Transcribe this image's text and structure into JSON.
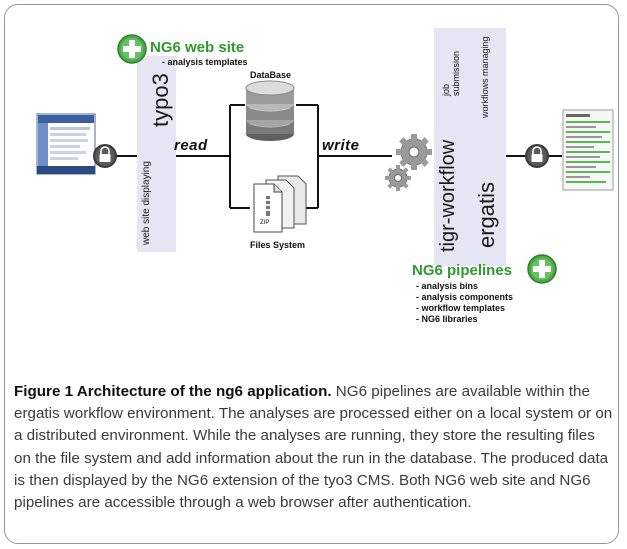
{
  "site": {
    "title": "NG6 web site",
    "items": [
      "- analysis templates"
    ],
    "vertical_label": "typo3",
    "vertical_small": "web site displaying",
    "icon": "green-plus-badge-icon"
  },
  "database": {
    "label": "DataBase",
    "icon": "database-cylinder-icon"
  },
  "files": {
    "label": "Files System",
    "icon": "stacked-documents-icon",
    "doc_text": "ZIP"
  },
  "flow": {
    "read": "read",
    "write": "write"
  },
  "workflow": {
    "tigr": "tigr-workflow",
    "tigr_small": [
      "job",
      "submission"
    ],
    "ergatis": "ergatis",
    "ergatis_small": "workflows managing"
  },
  "pipelines": {
    "title": "NG6 pipelines",
    "items": [
      "- analysis bins",
      "- analysis components",
      "- workflow templates",
      "- NG6 libraries"
    ],
    "icon": "green-plus-badge-icon"
  },
  "icons": [
    "browser-screenshot-icon",
    "padlock-icon",
    "gears-icon",
    "report-document-icon"
  ],
  "colors": {
    "accent_green": "#2f9a2f",
    "band": "#e6e5f3"
  },
  "caption": {
    "label": "Figure 1 Architecture of the ng6 application.",
    "text": " NG6 pipelines are available within the ergatis workflow environment. The analyses are processed either on a local system or on a distributed environment. While the analyses are running, they store the resulting files on the file system and add information about the run in the database. The produced data is then displayed by the NG6 extension of the tyo3 CMS. Both NG6 web site and NG6 pipelines are accessible through a web browser after authentication."
  }
}
